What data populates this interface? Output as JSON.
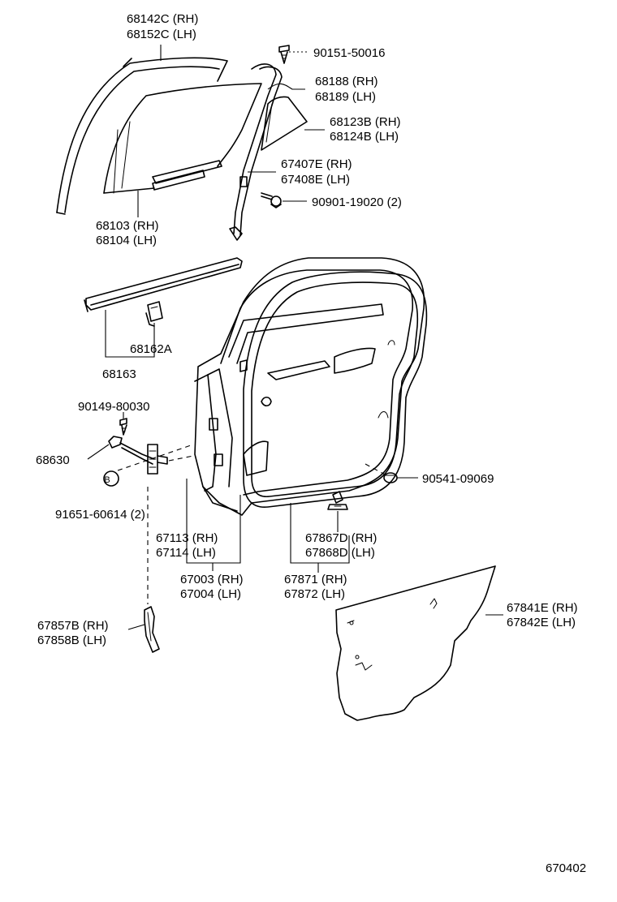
{
  "labels": {
    "l1": [
      "68142C (RH)",
      "68152C (LH)"
    ],
    "l2": "90151-50016",
    "l3": [
      "68188 (RH)",
      "68189 (LH)"
    ],
    "l4": [
      "68123B (RH)",
      "68124B (LH)"
    ],
    "l5": [
      "67407E (RH)",
      "67408E (LH)"
    ],
    "l6": "90901-19020 (2)",
    "l7": [
      "68103 (RH)",
      "68104 (LH)"
    ],
    "l8": "68162A",
    "l9": "68163",
    "l10": "90149-80030",
    "l11": "68630",
    "l12": "90541-09069",
    "l13": "91651-60614 (2)",
    "l14": "B",
    "l15": [
      "67113 (RH)",
      "67114 (LH)"
    ],
    "l16": [
      "67867D (RH)",
      "67868D (LH)"
    ],
    "l17": [
      "67003 (RH)",
      "67004 (LH)"
    ],
    "l18": [
      "67871 (RH)",
      "67872 (LH)"
    ],
    "l19": [
      "67841E (RH)",
      "67842E (LH)"
    ],
    "l20": [
      "67857B (RH)",
      "67858B (LH)"
    ],
    "figure_number": "670402"
  }
}
